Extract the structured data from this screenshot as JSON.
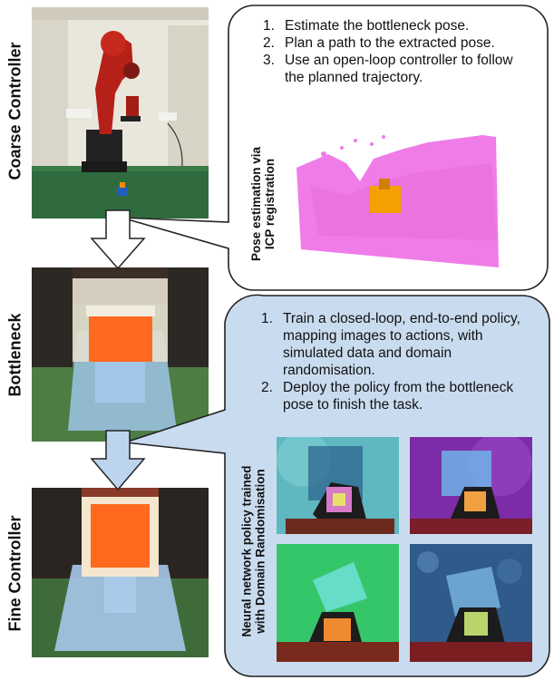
{
  "stages": {
    "coarse": "Coarse Controller",
    "bottleneck": "Bottleneck",
    "fine": "Fine Controller"
  },
  "coarse_callout": {
    "steps": [
      "Estimate the bottleneck pose.",
      "Plan a path to the extracted pose.",
      "Use an open-loop controller to follow the planned trajectory."
    ],
    "caption_line1": "Pose estimation via",
    "caption_line2": "ICP registration"
  },
  "fine_callout": {
    "steps": [
      "Train a closed-loop, end-to-end policy, mapping images to actions, with simulated data and domain randomisation.",
      "Deploy the policy from the bottleneck pose to finish the task."
    ],
    "caption_line1": "Neural network policy trained",
    "caption_line2": "with Domain Randomisation"
  },
  "colors": {
    "callout_blue": "#c9dcef",
    "arrow_blue": "#bdd4ee",
    "point_cloud": "#f07ce8",
    "cube_orange": "#f5a000",
    "table_green": "#2f6b3e"
  }
}
